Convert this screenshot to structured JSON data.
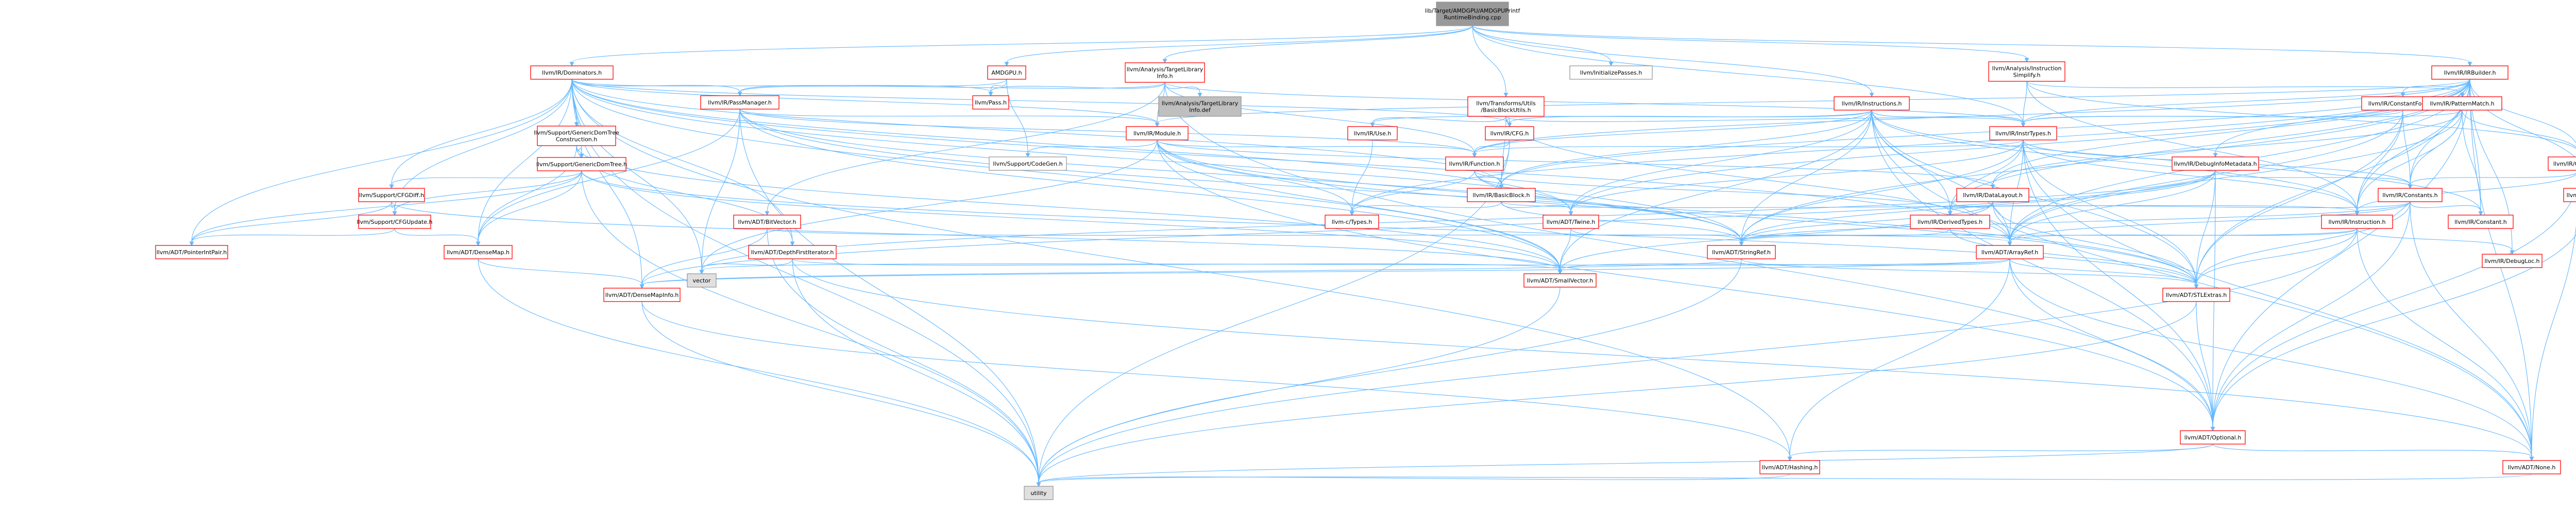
{
  "colors": {
    "root_fill": "#999999",
    "node_fill": "#ffffff",
    "node_border_internal": "#ff0000",
    "node_border_leaf": "#999999",
    "std_fill": "#e0e0e0",
    "edge": "#63b8ff",
    "label_text": "#000000"
  },
  "nodes": [
    {
      "id": "root",
      "lines": [
        "lib/Target/AMDGPU/AMDGPUPrintf",
        "RuntimeBinding.cpp"
      ],
      "kind": "root"
    },
    {
      "id": "dominators",
      "lines": [
        "llvm/IR/Dominators.h"
      ],
      "kind": "internal"
    },
    {
      "id": "amdgpu",
      "lines": [
        "AMDGPU.h"
      ],
      "kind": "internal"
    },
    {
      "id": "tli",
      "lines": [
        "llvm/Analysis/TargetLibrary",
        "Info.h"
      ],
      "kind": "internal"
    },
    {
      "id": "tlidef",
      "lines": [
        "llvm/Analysis/TargetLibrary",
        "Info.def"
      ],
      "kind": "root"
    },
    {
      "id": "initpasses",
      "lines": [
        "llvm/InitializePasses.h"
      ],
      "kind": "leaf"
    },
    {
      "id": "bbutils",
      "lines": [
        "llvm/Transforms/Utils",
        "/BasicBlockUtils.h"
      ],
      "kind": "internal"
    },
    {
      "id": "instsimplify",
      "lines": [
        "llvm/Analysis/Instruction",
        "Simplify.h"
      ],
      "kind": "internal"
    },
    {
      "id": "irbuilder",
      "lines": [
        "llvm/IR/IRBuilder.h"
      ],
      "kind": "internal"
    },
    {
      "id": "passmanager",
      "lines": [
        "llvm/IR/PassManager.h"
      ],
      "kind": "internal"
    },
    {
      "id": "pass",
      "lines": [
        "llvm/Pass.h"
      ],
      "kind": "internal"
    },
    {
      "id": "domtreeconstr",
      "lines": [
        "llvm/Support/GenericDomTree",
        "Construction.h"
      ],
      "kind": "internal"
    },
    {
      "id": "domtree",
      "lines": [
        "llvm/Support/GenericDomTree.h"
      ],
      "kind": "internal"
    },
    {
      "id": "cfgdiff",
      "lines": [
        "llvm/Support/CFGDiff.h"
      ],
      "kind": "internal"
    },
    {
      "id": "cfgupdate",
      "lines": [
        "llvm/Support/CFGUpdate.h"
      ],
      "kind": "internal"
    },
    {
      "id": "pointerintpair",
      "lines": [
        "llvm/ADT/PointerIntPair.h"
      ],
      "kind": "internal"
    },
    {
      "id": "densemap",
      "lines": [
        "llvm/ADT/DenseMap.h"
      ],
      "kind": "internal"
    },
    {
      "id": "densemapinfo",
      "lines": [
        "llvm/ADT/DenseMapInfo.h"
      ],
      "kind": "internal"
    },
    {
      "id": "module",
      "lines": [
        "llvm/IR/Module.h"
      ],
      "kind": "internal"
    },
    {
      "id": "codegen",
      "lines": [
        "llvm/Support/CodeGen.h"
      ],
      "kind": "leaf"
    },
    {
      "id": "bitvector",
      "lines": [
        "llvm/ADT/BitVector.h"
      ],
      "kind": "internal"
    },
    {
      "id": "dfiter",
      "lines": [
        "llvm/ADT/DepthFirstIterator.h"
      ],
      "kind": "internal"
    },
    {
      "id": "vector",
      "lines": [
        "vector"
      ],
      "kind": "std"
    },
    {
      "id": "instructions",
      "lines": [
        "llvm/IR/Instructions.h"
      ],
      "kind": "internal"
    },
    {
      "id": "iruse",
      "lines": [
        "llvm/IR/Use.h"
      ],
      "kind": "internal"
    },
    {
      "id": "cfg",
      "lines": [
        "llvm/IR/CFG.h"
      ],
      "kind": "internal"
    },
    {
      "id": "function",
      "lines": [
        "llvm/IR/Function.h"
      ],
      "kind": "internal"
    },
    {
      "id": "basicblock",
      "lines": [
        "llvm/IR/BasicBlock.h"
      ],
      "kind": "internal"
    },
    {
      "id": "ctypes",
      "lines": [
        "llvm-c/Types.h"
      ],
      "kind": "internal"
    },
    {
      "id": "twine",
      "lines": [
        "llvm/ADT/Twine.h"
      ],
      "kind": "internal"
    },
    {
      "id": "smallvector",
      "lines": [
        "llvm/ADT/SmallVector.h"
      ],
      "kind": "internal"
    },
    {
      "id": "stringref",
      "lines": [
        "llvm/ADT/StringRef.h"
      ],
      "kind": "internal"
    },
    {
      "id": "utility",
      "lines": [
        "utility"
      ],
      "kind": "std"
    },
    {
      "id": "hashing",
      "lines": [
        "llvm/ADT/Hashing.h"
      ],
      "kind": "internal"
    },
    {
      "id": "optional",
      "lines": [
        "llvm/ADT/Optional.h"
      ],
      "kind": "internal"
    },
    {
      "id": "none",
      "lines": [
        "llvm/ADT/None.h"
      ],
      "kind": "internal"
    },
    {
      "id": "constantfolder",
      "lines": [
        "llvm/IR/ConstantFolder.h"
      ],
      "kind": "internal"
    },
    {
      "id": "inttypes",
      "lines": [
        "llvm/IR/InstrTypes.h"
      ],
      "kind": "internal"
    },
    {
      "id": "datalayout",
      "lines": [
        "llvm/IR/DataLayout.h"
      ],
      "kind": "internal"
    },
    {
      "id": "derivedtypes",
      "lines": [
        "llvm/IR/DerivedTypes.h"
      ],
      "kind": "internal"
    },
    {
      "id": "arrayref",
      "lines": [
        "llvm/ADT/ArrayRef.h"
      ],
      "kind": "internal"
    },
    {
      "id": "stlextras",
      "lines": [
        "llvm/ADT/STLExtras.h"
      ],
      "kind": "internal"
    },
    {
      "id": "debuginfo",
      "lines": [
        "llvm/IR/DebugInfoMetadata.h"
      ],
      "kind": "internal"
    },
    {
      "id": "constants",
      "lines": [
        "llvm/IR/Constants.h"
      ],
      "kind": "internal"
    },
    {
      "id": "instruction",
      "lines": [
        "llvm/IR/Instruction.h"
      ],
      "kind": "internal"
    },
    {
      "id": "debugloc",
      "lines": [
        "llvm/IR/DebugLoc.h"
      ],
      "kind": "internal"
    },
    {
      "id": "constant",
      "lines": [
        "llvm/IR/Constant.h"
      ],
      "kind": "internal"
    },
    {
      "id": "operator",
      "lines": [
        "llvm/IR/Operator.h"
      ],
      "kind": "internal"
    },
    {
      "id": "fpenv",
      "lines": [
        "llvm/IR/FPEnv.h"
      ],
      "kind": "internal"
    },
    {
      "id": "patternmatch",
      "lines": [
        "llvm/IR/PatternMatch.h"
      ],
      "kind": "internal"
    }
  ],
  "edges": [
    [
      "root",
      "dominators"
    ],
    [
      "root",
      "amdgpu"
    ],
    [
      "root",
      "tli"
    ],
    [
      "root",
      "initpasses"
    ],
    [
      "root",
      "bbutils"
    ],
    [
      "root",
      "instsimplify"
    ],
    [
      "root",
      "irbuilder"
    ],
    [
      "root",
      "instructions"
    ],
    [
      "root",
      "inttypes"
    ],
    [
      "dominators",
      "passmanager"
    ],
    [
      "dominators",
      "pass"
    ],
    [
      "dominators",
      "domtreeconstr"
    ],
    [
      "dominators",
      "domtree"
    ],
    [
      "dominators",
      "cfgdiff"
    ],
    [
      "dominators",
      "cfgupdate"
    ],
    [
      "dominators",
      "pointerintpair"
    ],
    [
      "dominators",
      "densemap"
    ],
    [
      "dominators",
      "densemapinfo"
    ],
    [
      "dominators",
      "dfiter"
    ],
    [
      "dominators",
      "cfg"
    ],
    [
      "dominators",
      "module"
    ],
    [
      "dominators",
      "basicblock"
    ],
    [
      "dominators",
      "twine"
    ],
    [
      "dominators",
      "smallvector"
    ],
    [
      "dominators",
      "stringref"
    ],
    [
      "dominators",
      "arrayref"
    ],
    [
      "dominators",
      "hashing"
    ],
    [
      "dominators",
      "utility"
    ],
    [
      "dominators",
      "vector"
    ],
    [
      "amdgpu",
      "pass"
    ],
    [
      "amdgpu",
      "passmanager"
    ],
    [
      "amdgpu",
      "codegen"
    ],
    [
      "tli",
      "tlidef"
    ],
    [
      "tli",
      "bitvector"
    ],
    [
      "tli",
      "module"
    ],
    [
      "tli",
      "function"
    ],
    [
      "tli",
      "passmanager"
    ],
    [
      "tli",
      "pass"
    ],
    [
      "tli",
      "inttypes"
    ],
    [
      "tli",
      "optional"
    ],
    [
      "passmanager",
      "module"
    ],
    [
      "passmanager",
      "function"
    ],
    [
      "passmanager",
      "densemap"
    ],
    [
      "passmanager",
      "stringref"
    ],
    [
      "passmanager",
      "stlextras"
    ],
    [
      "passmanager",
      "smallvector"
    ],
    [
      "passmanager",
      "vector"
    ],
    [
      "passmanager",
      "utility"
    ],
    [
      "domtreeconstr",
      "domtree"
    ],
    [
      "domtreeconstr",
      "densemap"
    ],
    [
      "domtreeconstr",
      "smallvector"
    ],
    [
      "domtreeconstr",
      "dfiter"
    ],
    [
      "domtree",
      "cfgdiff"
    ],
    [
      "domtree",
      "cfgupdate"
    ],
    [
      "domtree",
      "pointerintpair"
    ],
    [
      "domtree",
      "densemap"
    ],
    [
      "domtree",
      "stlextras"
    ],
    [
      "domtree",
      "smallvector"
    ],
    [
      "domtree",
      "utility"
    ],
    [
      "cfgdiff",
      "cfgupdate"
    ],
    [
      "cfgdiff",
      "pointerintpair"
    ],
    [
      "cfgdiff",
      "smallvector"
    ],
    [
      "cfgupdate",
      "densemap"
    ],
    [
      "cfgupdate",
      "pointerintpair"
    ],
    [
      "densemap",
      "densemapinfo"
    ],
    [
      "densemap",
      "utility"
    ],
    [
      "densemapinfo",
      "hashing"
    ],
    [
      "densemapinfo",
      "utility"
    ],
    [
      "module",
      "function"
    ],
    [
      "module",
      "datalayout"
    ],
    [
      "module",
      "stringref"
    ],
    [
      "module",
      "ctypes"
    ],
    [
      "module",
      "codegen"
    ],
    [
      "module",
      "vector"
    ],
    [
      "module",
      "optional"
    ],
    [
      "module",
      "stlextras"
    ],
    [
      "module",
      "smallvector"
    ],
    [
      "bitvector",
      "arrayref"
    ],
    [
      "bitvector",
      "densemapinfo"
    ],
    [
      "bitvector",
      "utility"
    ],
    [
      "dfiter",
      "smallvector"
    ],
    [
      "dfiter",
      "none"
    ],
    [
      "dfiter",
      "utility"
    ],
    [
      "dfiter",
      "vector"
    ],
    [
      "instructions",
      "inttypes"
    ],
    [
      "instructions",
      "cfg"
    ],
    [
      "instructions",
      "iruse"
    ],
    [
      "instructions",
      "function"
    ],
    [
      "instructions",
      "basicblock"
    ],
    [
      "instructions",
      "constant"
    ],
    [
      "instructions",
      "derivedtypes"
    ],
    [
      "instructions",
      "instruction"
    ],
    [
      "instructions",
      "twine"
    ],
    [
      "instructions",
      "arrayref"
    ],
    [
      "instructions",
      "stringref"
    ],
    [
      "instructions",
      "stlextras"
    ],
    [
      "instructions",
      "optional"
    ],
    [
      "instructions",
      "none"
    ],
    [
      "instructions",
      "smallvector"
    ],
    [
      "bbutils",
      "basicblock"
    ],
    [
      "bbutils",
      "cfg"
    ],
    [
      "bbutils",
      "inttypes"
    ],
    [
      "bbutils",
      "arrayref"
    ],
    [
      "bbutils",
      "iruse"
    ],
    [
      "iruse",
      "ctypes"
    ],
    [
      "cfg",
      "basicblock"
    ],
    [
      "cfg",
      "function"
    ],
    [
      "cfg",
      "utility"
    ],
    [
      "function",
      "basicblock"
    ],
    [
      "function",
      "twine"
    ],
    [
      "function",
      "stringref"
    ],
    [
      "function",
      "derivedtypes"
    ],
    [
      "function",
      "ctypes"
    ],
    [
      "basicblock",
      "instruction"
    ],
    [
      "basicblock",
      "twine"
    ],
    [
      "basicblock",
      "ctypes"
    ],
    [
      "basicblock",
      "stringref"
    ],
    [
      "twine",
      "smallvector"
    ],
    [
      "twine",
      "stringref"
    ],
    [
      "smallvector",
      "utility"
    ],
    [
      "stringref",
      "densemapinfo"
    ],
    [
      "stringref",
      "stlextras"
    ],
    [
      "stringref",
      "utility"
    ],
    [
      "hashing",
      "utility"
    ],
    [
      "optional",
      "hashing"
    ],
    [
      "optional",
      "none"
    ],
    [
      "optional",
      "utility"
    ],
    [
      "none",
      "utility"
    ],
    [
      "instsimplify",
      "inttypes"
    ],
    [
      "instsimplify",
      "operator"
    ],
    [
      "instsimplify",
      "patternmatch"
    ],
    [
      "instsimplify",
      "instruction"
    ],
    [
      "irbuilder",
      "constantfolder"
    ],
    [
      "irbuilder",
      "inttypes"
    ],
    [
      "irbuilder",
      "datalayout"
    ],
    [
      "irbuilder",
      "debuginfo"
    ],
    [
      "irbuilder",
      "constants"
    ],
    [
      "irbuilder",
      "fpenv"
    ],
    [
      "irbuilder",
      "operator"
    ],
    [
      "irbuilder",
      "derivedtypes"
    ],
    [
      "irbuilder",
      "function"
    ],
    [
      "irbuilder",
      "basicblock"
    ],
    [
      "irbuilder",
      "instruction"
    ],
    [
      "irbuilder",
      "constant"
    ],
    [
      "irbuilder",
      "debugloc"
    ],
    [
      "irbuilder",
      "arrayref"
    ],
    [
      "irbuilder",
      "stringref"
    ],
    [
      "irbuilder",
      "twine"
    ],
    [
      "irbuilder",
      "optional"
    ],
    [
      "irbuilder",
      "none"
    ],
    [
      "irbuilder",
      "stlextras"
    ],
    [
      "irbuilder",
      "ctypes"
    ],
    [
      "irbuilder",
      "module"
    ],
    [
      "constantfolder",
      "constants"
    ],
    [
      "constantfolder",
      "inttypes"
    ],
    [
      "constantfolder",
      "instruction"
    ],
    [
      "constantfolder",
      "stlextras"
    ],
    [
      "constantfolder",
      "arrayref"
    ],
    [
      "inttypes",
      "function"
    ],
    [
      "inttypes",
      "instruction"
    ],
    [
      "inttypes",
      "derivedtypes"
    ],
    [
      "inttypes",
      "constants"
    ],
    [
      "inttypes",
      "arrayref"
    ],
    [
      "inttypes",
      "stringref"
    ],
    [
      "inttypes",
      "twine"
    ],
    [
      "inttypes",
      "stlextras"
    ],
    [
      "inttypes",
      "optional"
    ],
    [
      "inttypes",
      "none"
    ],
    [
      "datalayout",
      "derivedtypes"
    ],
    [
      "datalayout",
      "arrayref"
    ],
    [
      "datalayout",
      "stringref"
    ],
    [
      "datalayout",
      "smallvector"
    ],
    [
      "datalayout",
      "stlextras"
    ],
    [
      "derivedtypes",
      "arrayref"
    ],
    [
      "derivedtypes",
      "stringref"
    ],
    [
      "derivedtypes",
      "stlextras"
    ],
    [
      "arrayref",
      "smallvector"
    ],
    [
      "arrayref",
      "hashing"
    ],
    [
      "arrayref",
      "none"
    ],
    [
      "arrayref",
      "stlextras"
    ],
    [
      "arrayref",
      "vector"
    ],
    [
      "arrayref",
      "optional"
    ],
    [
      "arrayref",
      "densemapinfo"
    ],
    [
      "stlextras",
      "optional"
    ],
    [
      "stlextras",
      "utility"
    ],
    [
      "debuginfo",
      "constants"
    ],
    [
      "debuginfo",
      "stringref"
    ],
    [
      "debuginfo",
      "arrayref"
    ],
    [
      "debuginfo",
      "optional"
    ],
    [
      "debuginfo",
      "stlextras"
    ],
    [
      "debuginfo",
      "densemapinfo"
    ],
    [
      "debuginfo",
      "vector"
    ],
    [
      "constants",
      "constant"
    ],
    [
      "constants",
      "derivedtypes"
    ],
    [
      "constants",
      "arrayref"
    ],
    [
      "constants",
      "stringref"
    ],
    [
      "constants",
      "optional"
    ],
    [
      "constants",
      "none"
    ],
    [
      "constants",
      "stlextras"
    ],
    [
      "instruction",
      "debugloc"
    ],
    [
      "instruction",
      "stringref"
    ],
    [
      "instruction",
      "arrayref"
    ],
    [
      "instruction",
      "none"
    ],
    [
      "instruction",
      "utility"
    ],
    [
      "instruction",
      "stlextras"
    ],
    [
      "operator",
      "constants"
    ],
    [
      "operator",
      "instruction"
    ],
    [
      "operator",
      "fpenv"
    ],
    [
      "operator",
      "none"
    ],
    [
      "operator",
      "optional"
    ],
    [
      "fpenv",
      "optional"
    ],
    [
      "patternmatch",
      "constants"
    ],
    [
      "patternmatch",
      "inttypes"
    ],
    [
      "patternmatch",
      "instruction"
    ],
    [
      "patternmatch",
      "operator"
    ],
    [
      "patternmatch",
      "constant"
    ],
    [
      "patternmatch",
      "datalayout"
    ],
    [
      "patternmatch",
      "arrayref"
    ]
  ]
}
